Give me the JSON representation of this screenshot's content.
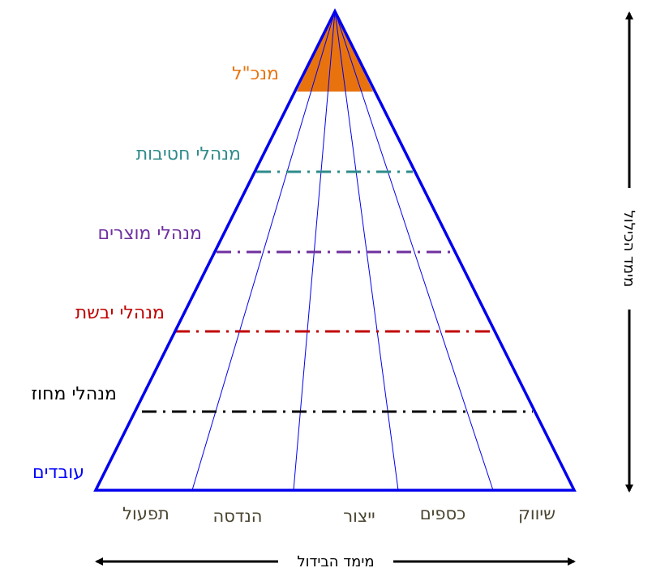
{
  "levels": {
    "ceo": {
      "label": "מנכ\"ל",
      "color": "#e8730e"
    },
    "division_managers": {
      "label": "מנהלי חטיבות",
      "color": "#2e8b8b"
    },
    "product_managers": {
      "label": "מנהלי מוצרים",
      "color": "#7030a0"
    },
    "continent_managers": {
      "label": "מנהלי יבשת",
      "color": "#c00000"
    },
    "district_managers": {
      "label": "מנהלי מחוז",
      "color": "#000000"
    },
    "workers": {
      "label": "עובדים",
      "color": "#0000ff"
    }
  },
  "departments": {
    "operations": "תפעול",
    "engineering": "הנדסה",
    "production": "ייצור",
    "finance": "כספים",
    "marketing": "שיווק",
    "color": "#4a4430"
  },
  "axes": {
    "vertical": "מימד הכילול",
    "horizontal": "מימד הבידול"
  },
  "colors": {
    "pyramid_outline": "#0000ee",
    "ceo_fill": "#e8730e"
  }
}
